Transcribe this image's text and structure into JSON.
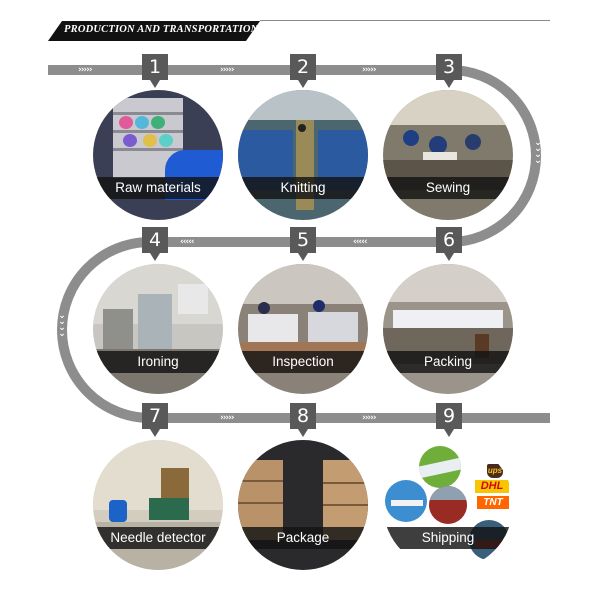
{
  "header": {
    "title": "PRODUCTION AND TRANSPORTATION"
  },
  "steps": [
    {
      "number": "1",
      "label": "Raw materials"
    },
    {
      "number": "2",
      "label": "Knitting"
    },
    {
      "number": "3",
      "label": "Sewing"
    },
    {
      "number": "4",
      "label": "Ironing"
    },
    {
      "number": "5",
      "label": "Inspection"
    },
    {
      "number": "6",
      "label": "Packing"
    },
    {
      "number": "7",
      "label": "Needle detector"
    },
    {
      "number": "8",
      "label": "Package"
    },
    {
      "number": "9",
      "label": "Shipping"
    }
  ],
  "shipping_logos": {
    "ups": "ups",
    "dhl": "DHL",
    "tnt": "TNT"
  },
  "colors": {
    "track": "#8d8d8d",
    "badge": "#595959",
    "header_bg": "#111111",
    "label_band": "#1e1e1e"
  }
}
